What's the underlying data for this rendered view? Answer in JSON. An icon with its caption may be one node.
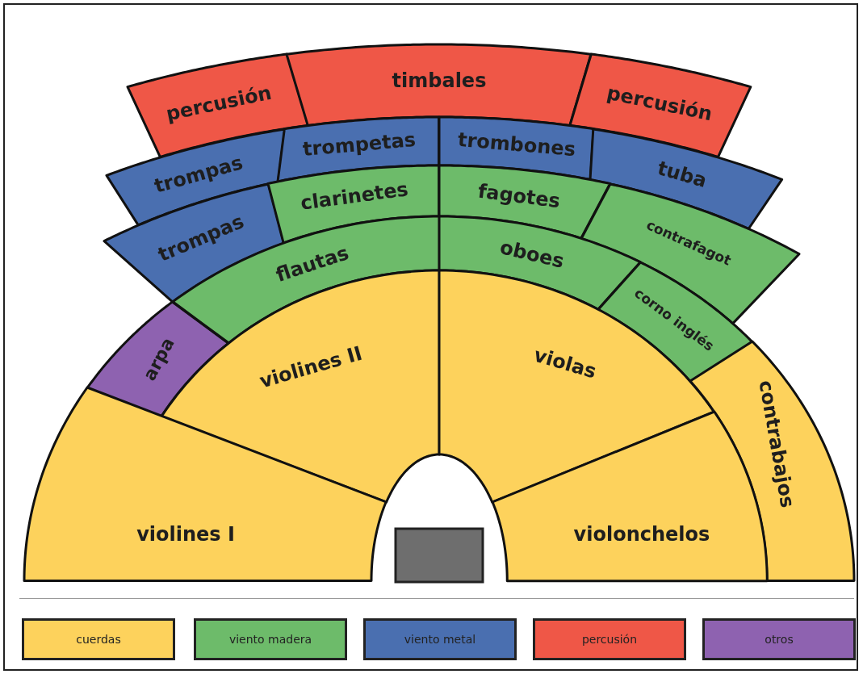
{
  "diagram": {
    "nodes": [
      {
        "text": [
          "percusión"
        ]
      },
      {
        "text": [
          "timbales"
        ]
      },
      {
        "text": [
          "percusión"
        ]
      },
      {
        "text": [
          "trompas"
        ]
      },
      {
        "text": [
          "trompetas"
        ]
      },
      {
        "text": [
          "trombones"
        ]
      },
      {
        "text": [
          "tuba"
        ]
      },
      {
        "text": [
          "trompas"
        ]
      },
      {
        "text": [
          "clarinetes"
        ]
      },
      {
        "text": [
          "fagotes"
        ]
      },
      {
        "text": [
          "contrafagot"
        ]
      },
      {
        "text": [
          "arpa"
        ]
      },
      {
        "text": [
          "flautas"
        ]
      },
      {
        "text": [
          "oboes"
        ]
      },
      {
        "text": [
          "corno inglés"
        ]
      },
      {
        "text": [
          "violines II"
        ]
      },
      {
        "text": [
          "violas"
        ]
      },
      {
        "text": [
          "contrabajos"
        ]
      },
      {
        "text": [
          "violines I"
        ]
      },
      {
        "text": [
          "violonchelos"
        ]
      },
      {
        "text": [],
        "shape": "box"
      }
    ],
    "legend": [
      {
        "text": "cuerdas",
        "color": "#fdd25c"
      },
      {
        "text": "viento madera",
        "color": "#6dbb6a"
      },
      {
        "text": "viento metal",
        "color": "#4a6fb0"
      },
      {
        "text": "percusión",
        "color": "#ef5747"
      },
      {
        "text": "otros",
        "color": "#8e62b0"
      }
    ]
  }
}
